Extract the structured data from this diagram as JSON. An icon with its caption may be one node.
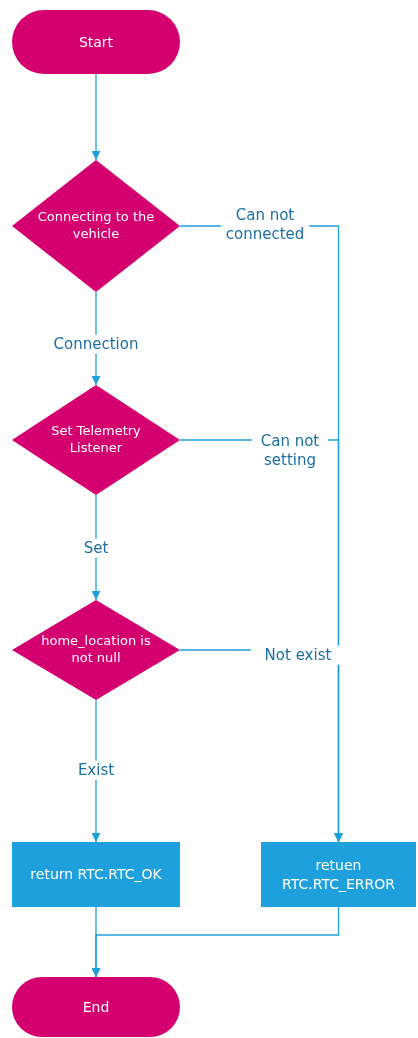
{
  "diagram": {
    "nodes": [
      {
        "text": [
          "Start"
        ]
      },
      {
        "text": [
          "Connecting to the vehicle"
        ]
      },
      {
        "text": [
          "Set Telemetry Listener"
        ]
      },
      {
        "text": [
          "home_location is not null"
        ]
      },
      {
        "text": [
          "return RTC.RTC_OK"
        ]
      },
      {
        "text": [
          "retuen RTC.RTC_ERROR"
        ]
      },
      {
        "text": [
          "End"
        ]
      }
    ],
    "edges": [
      {
        "from": 0,
        "to": 1,
        "arrow": "to"
      },
      {
        "from": 1,
        "to": 2,
        "arrow": "to",
        "label": "Connection"
      },
      {
        "from": 2,
        "to": 3,
        "arrow": "to",
        "label": "Set"
      },
      {
        "from": 3,
        "to": 4,
        "arrow": "to",
        "label": "Exist"
      },
      {
        "from": 1,
        "to": 5,
        "arrow": "to",
        "label": "Can not connected"
      },
      {
        "from": 2,
        "to": 5,
        "arrow": "to",
        "label": "Can not setting"
      },
      {
        "from": 3,
        "to": 5,
        "arrow": "to",
        "label": "Not exist"
      },
      {
        "from": 4,
        "to": 6,
        "arrow": "to"
      },
      {
        "from": 5,
        "to": 6,
        "arrow": "to"
      }
    ]
  }
}
